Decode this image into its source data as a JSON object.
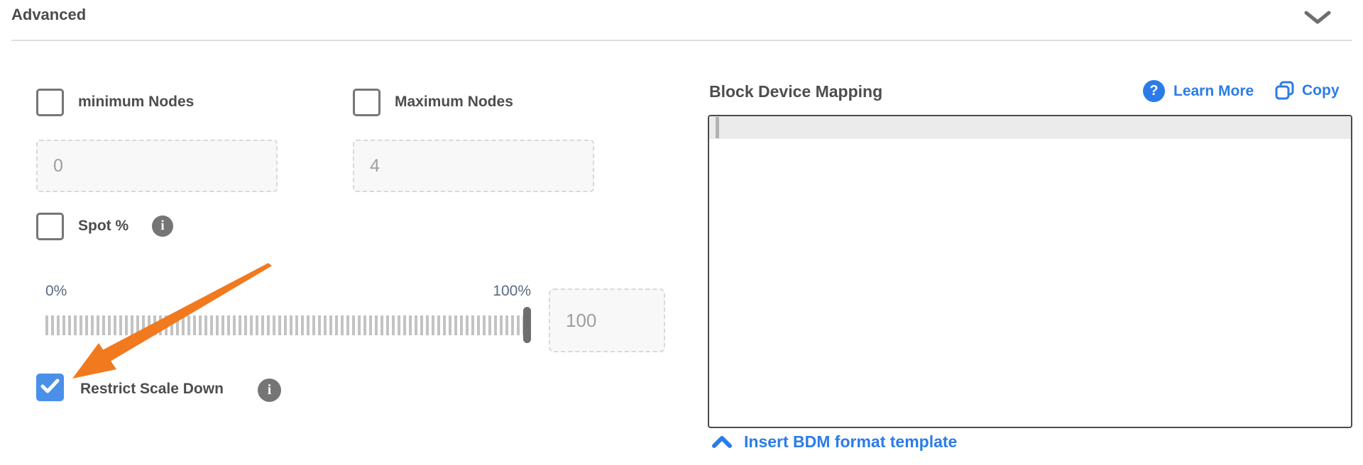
{
  "header": {
    "title": "Advanced"
  },
  "icons": {
    "info": "i",
    "help": "?"
  },
  "colors": {
    "accent_blue": "#2b7ce9",
    "checkbox_blue": "#4a90e8",
    "arrow_orange": "#f1791e"
  },
  "fields": {
    "minimum_nodes": {
      "label": "minimum Nodes",
      "value": "0",
      "checked": false
    },
    "maximum_nodes": {
      "label": "Maximum Nodes",
      "value": "4",
      "checked": false
    },
    "spot_pct": {
      "label": "Spot %",
      "checked": false,
      "min_label": "0%",
      "max_label": "100%",
      "value": "100"
    },
    "restrict_scale_down": {
      "label": "Restrict Scale Down",
      "checked": true
    }
  },
  "bdm": {
    "title": "Block Device Mapping",
    "learn_more_label": "Learn More",
    "copy_label": "Copy",
    "editor_content": "",
    "insert_template_label": "Insert BDM format template"
  }
}
